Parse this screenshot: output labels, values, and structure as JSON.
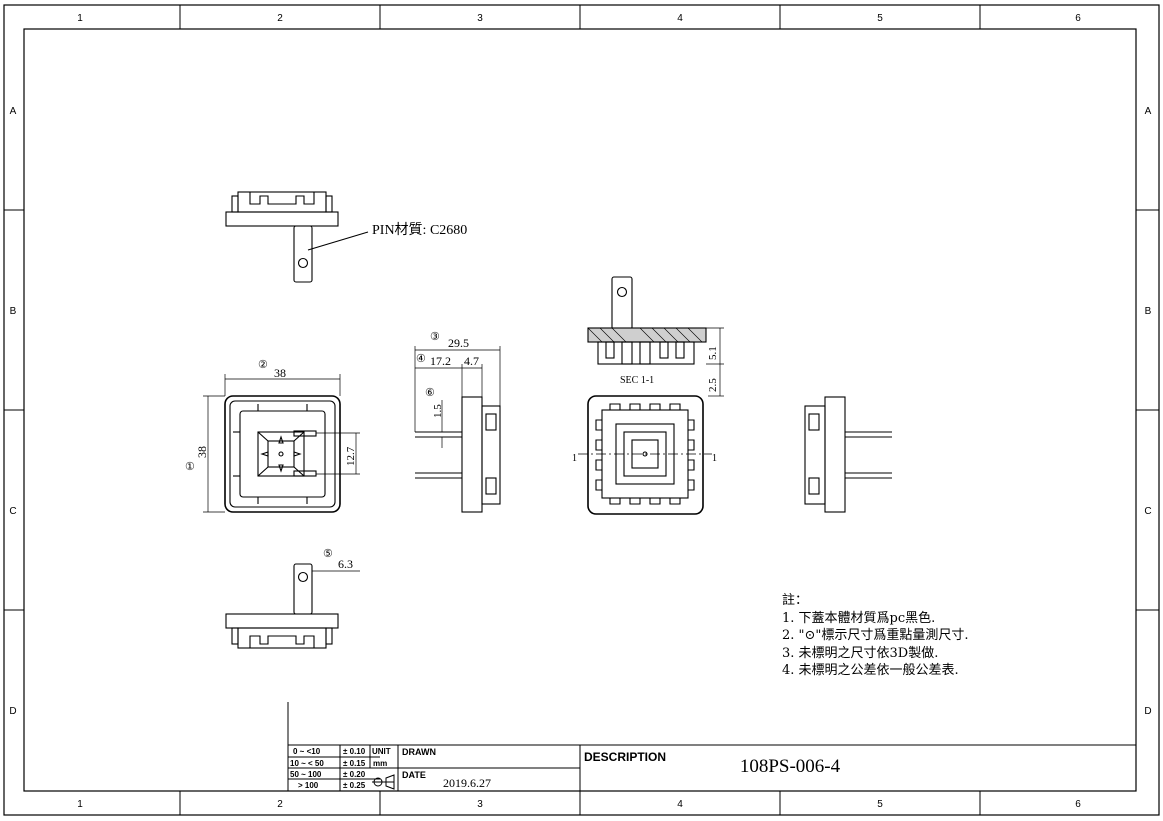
{
  "frame": {
    "columns": [
      "1",
      "2",
      "3",
      "4",
      "5",
      "6"
    ],
    "rows": [
      "A",
      "B",
      "C",
      "D"
    ]
  },
  "annotations": {
    "pin_material": "PIN材質: C2680",
    "section_label": "SEC 1-1",
    "section_mark": "1"
  },
  "dimensions": {
    "d1_no": "①",
    "d1_val": "38",
    "d2_no": "②",
    "d2_val": "38",
    "d3_no": "③",
    "d3_val": "29.5",
    "d4_no": "④",
    "d4_val": "17.2",
    "d5_no": "⑤",
    "d5_val": "6.3",
    "d6_no": "⑥",
    "d6_val": "1.5",
    "pin_gap": "12.7",
    "offset_47": "4.7",
    "h_51": "5.1",
    "h_25": "2.5"
  },
  "notes": {
    "heading": "註：",
    "items": [
      "1. 下蓋本體材質爲pc黑色.",
      "2. \"⊙\"標示尺寸爲重點量測尺寸.",
      "3. 未標明之尺寸依3D製做.",
      "4. 未標明之公差依一般公差表."
    ]
  },
  "title_block": {
    "tolerances": [
      {
        "range": "0 ~ <10",
        "tol": "± 0.10"
      },
      {
        "range": "10 ~ < 50",
        "tol": "± 0.15"
      },
      {
        "range": "50 ~ 100",
        "tol": "± 0.20"
      },
      {
        "range": "> 100",
        "tol": "± 0.25"
      }
    ],
    "unit_label": "UNIT",
    "unit_value": "mm",
    "drawn_label": "DRAWN",
    "date_label": "DATE",
    "date_value": "2019.6.27",
    "description_label": "DESCRIPTION",
    "description_value": "108PS-006-4"
  }
}
